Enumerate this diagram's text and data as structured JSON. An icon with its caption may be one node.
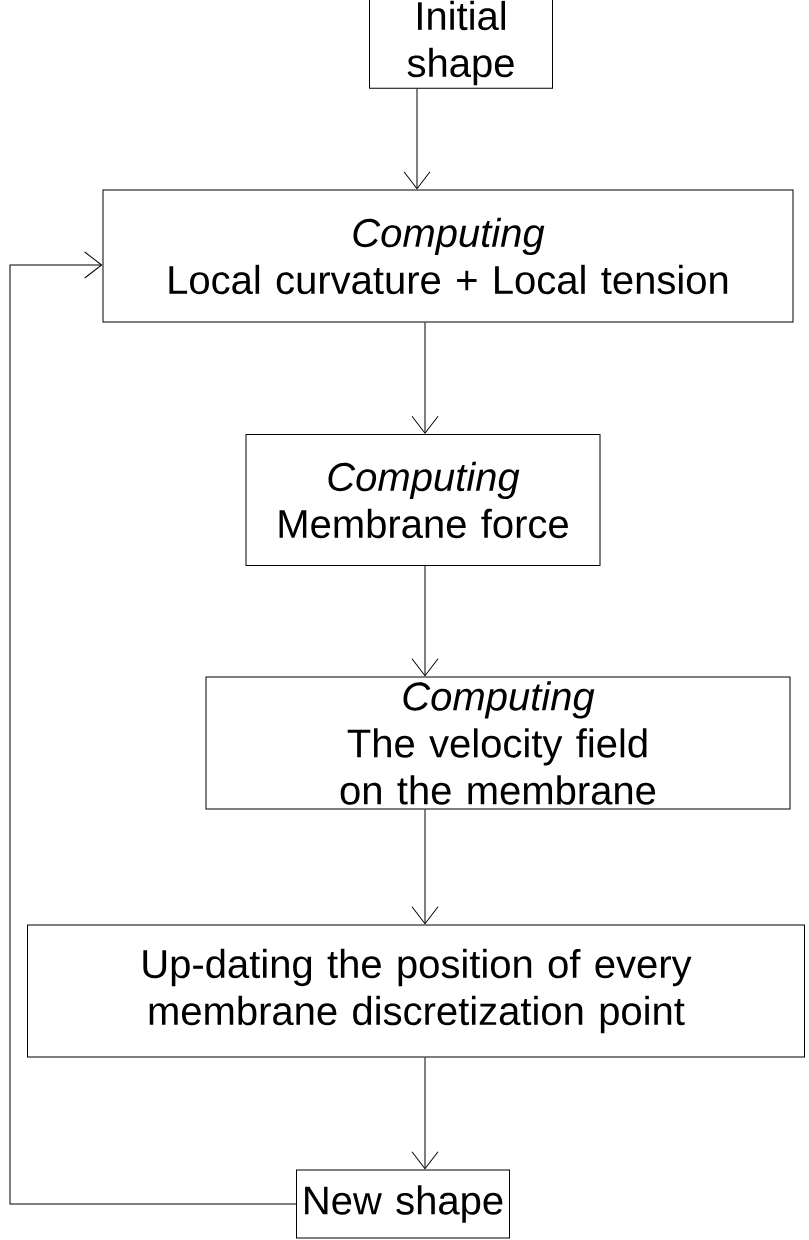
{
  "diagram": {
    "nodes": [
      {
        "text": [
          "Initial shape"
        ]
      },
      {
        "text": [
          "Computing",
          "Local curvature + Local tension"
        ]
      },
      {
        "text": [
          "Computing",
          "Membrane force"
        ]
      },
      {
        "text": [
          "Computing",
          "The velocity field on the membrane"
        ]
      },
      {
        "text": [
          "Up-dating the position of every membrane discretization point"
        ]
      },
      {
        "text": [
          "New shape"
        ]
      }
    ],
    "edges": [
      {
        "from": 0,
        "to": 1,
        "arrow": "to"
      },
      {
        "from": 1,
        "to": 2,
        "arrow": "to"
      },
      {
        "from": 2,
        "to": 3,
        "arrow": "to"
      },
      {
        "from": 3,
        "to": 4,
        "arrow": "to"
      },
      {
        "from": 4,
        "to": 5,
        "arrow": "to"
      },
      {
        "from": 5,
        "to": 1,
        "arrow": "to"
      }
    ]
  }
}
